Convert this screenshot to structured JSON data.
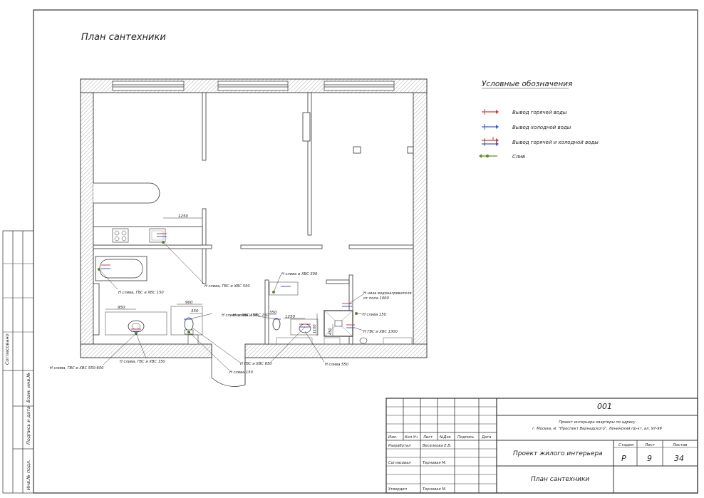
{
  "title": "План сантехники",
  "legend": {
    "title": "Условные обозначения",
    "items": [
      {
        "label": "Вывод горячей воды",
        "color": "#d23c3c",
        "icon": "hot-water-outlet-icon"
      },
      {
        "label": "Вывод холодной воды",
        "color": "#3c5ad2",
        "icon": "cold-water-outlet-icon"
      },
      {
        "label": "Вывод горячей и холодной воды",
        "color": "#d23c3c",
        "icon": "hot-cold-water-outlet-icon"
      },
      {
        "label": "Слив",
        "color": "#5a8c28",
        "icon": "drain-icon"
      }
    ]
  },
  "plan": {
    "dims": {
      "d1250a": "1250",
      "d950": "950",
      "d900": "900",
      "d350a": "350",
      "d350b": "350",
      "d1250b": "1250",
      "d1100": "1100",
      "d450": "450"
    },
    "notes": {
      "n1": "Н слива, ГВС и ХВС 550",
      "n2": "Н слива, ГВС и ХВС 150",
      "n3": "Н слива, ГВС и ХВС 550-650",
      "n4": "Н слива, ГВС и ХВС 150",
      "n5": "Н слива и ХВС 150",
      "n6": "Н ГВС и ХВС 650",
      "n7": "Н слива 150",
      "n8": "Н слива и ХВС 300",
      "n9": "Н слива и ХВС 150",
      "n10": "Н слива 550",
      "n11a": "Н низа водонагревателя",
      "n11b": "от пола 1000",
      "n12": "Н слива 150",
      "n13": "Н ГВС и ХВС 1300"
    }
  },
  "side_stamp": {
    "labels": [
      "Согласовано",
      "Взам. инв.№",
      "Подпись и дата",
      "Инв.№ подл."
    ]
  },
  "title_block": {
    "code": "001",
    "project_line1": "Проект интерьера квартиры по адресу",
    "project_line2": "г. Москва, м. \"Проспект Вернадского\", Ленинский пр-кт, вл. 97-99",
    "col_headers": [
      "Изм.",
      "Кол.Уч",
      "Лист",
      "№Док",
      "Подпись",
      "Дата"
    ],
    "roles": [
      {
        "role": "Разработал",
        "name": "Веселкова Е.В."
      },
      {
        "role": "Согласовал",
        "name": "Терновая М."
      },
      {
        "role": "Утвердил",
        "name": "Терновая М."
      }
    ],
    "doc_title": "Проект жилого интерьера",
    "sheet_title": "План сантехники",
    "stage_label": "Стадия",
    "sheet_label": "Лист",
    "sheets_label": "Листов",
    "stage": "Р",
    "sheet": "9",
    "sheets": "34"
  }
}
